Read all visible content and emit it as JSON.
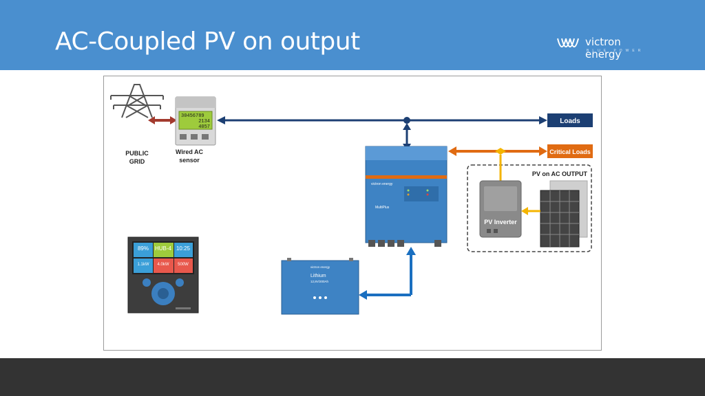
{
  "slide": {
    "title": "AC-Coupled PV on output",
    "logo_text": "victron energy",
    "logo_sub": "BLUE POWER"
  },
  "diagram": {
    "grid_label_line1": "PUBLIC",
    "grid_label_line2": "GRID",
    "sensor_label_line1": "Wired AC",
    "sensor_label_line2": "sensor",
    "sensor_display_line1": "30456789",
    "sensor_display_line2": "2134",
    "sensor_display_line3": "4057",
    "loads_label": "Loads",
    "critical_loads_label": "Critical Loads",
    "pv_group_label": "PV on AC OUTPUT",
    "pv_inverter_label": "PV Inverter",
    "inverter_brand": "victron energy",
    "inverter_model": "MultiPlus",
    "battery_brand": "victron energy",
    "battery_title": "Lithium",
    "battery_spec": "12,8V/200Ah",
    "gx_tiles": [
      "89%",
      "HUB-4",
      "10:25",
      "1.1kW",
      "4.0kW",
      "500W"
    ]
  },
  "colors": {
    "header_blue": "#4a8fcf",
    "grid_link_red": "#a33a2e",
    "loads_bus_blue": "#1c3f73",
    "battery_link_blue": "#1a6fc0",
    "critical_orange": "#e06b12",
    "pv_yellow": "#f4b400",
    "footer_gray": "#333333"
  }
}
